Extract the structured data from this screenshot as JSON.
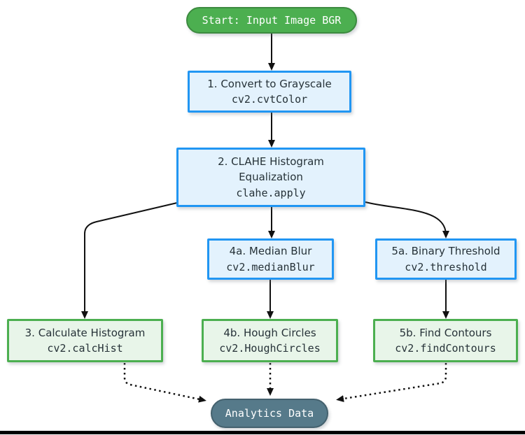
{
  "nodes": {
    "start": {
      "label": "Start: Input Image BGR",
      "type": "start-terminator"
    },
    "step1": {
      "title": "1. Convert to Grayscale",
      "code": "cv2.cvtColor"
    },
    "step2": {
      "title": "2. CLAHE Histogram Equalization",
      "code": "clahe.apply"
    },
    "step3": {
      "title": "3. Calculate Histogram",
      "code": "cv2.calcHist"
    },
    "step4a": {
      "title": "4a. Median Blur",
      "code": "cv2.medianBlur"
    },
    "step4b": {
      "title": "4b. Hough Circles",
      "code": "cv2.HoughCircles"
    },
    "step5a": {
      "title": "5a. Binary Threshold",
      "code": "cv2.threshold"
    },
    "step5b": {
      "title": "5b. Find Contours",
      "code": "cv2.findContours"
    },
    "end": {
      "label": "Analytics Data",
      "type": "end-terminator"
    }
  },
  "edges": [
    {
      "from": "start",
      "to": "step1",
      "style": "solid"
    },
    {
      "from": "step1",
      "to": "step2",
      "style": "solid"
    },
    {
      "from": "step2",
      "to": "step3",
      "style": "solid"
    },
    {
      "from": "step2",
      "to": "step4a",
      "style": "solid"
    },
    {
      "from": "step2",
      "to": "step5a",
      "style": "solid"
    },
    {
      "from": "step4a",
      "to": "step4b",
      "style": "solid"
    },
    {
      "from": "step5a",
      "to": "step5b",
      "style": "solid"
    },
    {
      "from": "step3",
      "to": "end",
      "style": "dotted"
    },
    {
      "from": "step4b",
      "to": "end",
      "style": "dotted"
    },
    {
      "from": "step5b",
      "to": "end",
      "style": "dotted"
    }
  ],
  "colors": {
    "start_fill": "#4caf50",
    "start_border": "#3d8b40",
    "process_fill": "#e3f2fd",
    "process_border": "#2196f3",
    "output_fill": "#e8f5e9",
    "output_border": "#4caf50",
    "end_fill": "#567a8a",
    "end_border": "#44616e",
    "edge": "#111111",
    "text": "#263238"
  }
}
